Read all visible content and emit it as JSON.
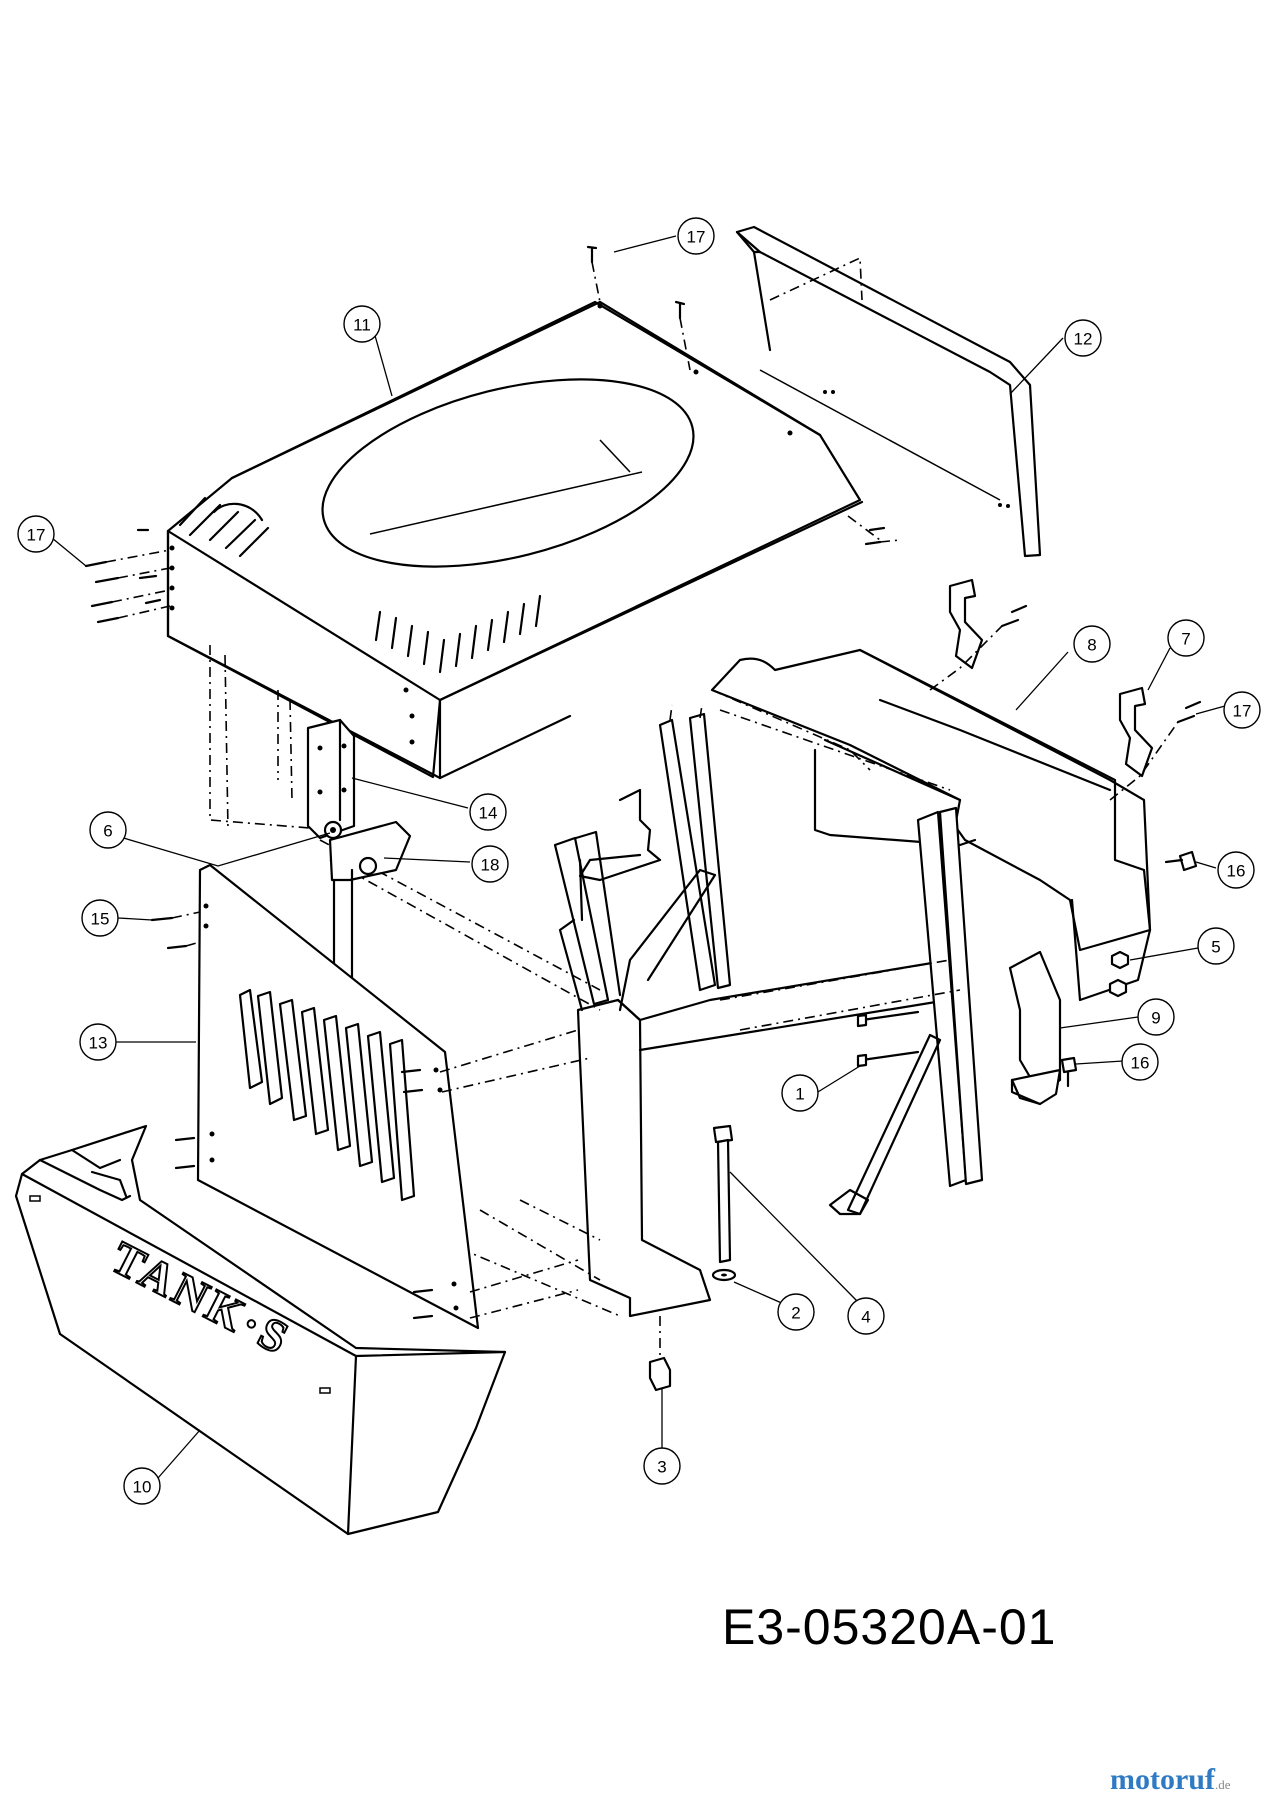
{
  "diagram_code": "E3-05320A-01",
  "panel_lettering": "TANK·S",
  "watermark": {
    "text": "motoruf",
    "suffix": ".de",
    "color": "#2e7bc4"
  },
  "callouts": {
    "c1": "1",
    "c2": "2",
    "c3": "3",
    "c4": "4",
    "c5": "5",
    "c6": "6",
    "c7": "7",
    "c8": "8",
    "c9": "9",
    "c10": "10",
    "c11": "11",
    "c12": "12",
    "c13": "13",
    "c14": "14",
    "c15": "15",
    "c16a": "16",
    "c16b": "16",
    "c17a": "17",
    "c17b": "17",
    "c17c": "17",
    "c18": "18"
  }
}
